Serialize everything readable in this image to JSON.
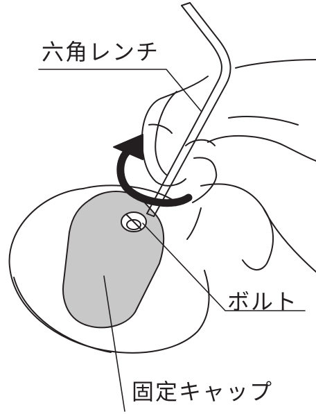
{
  "labels": {
    "hex_wrench": "六角レンチ",
    "bolt": "ボルト",
    "fixing_cap": "固定キャップ"
  },
  "colors": {
    "line": "#231f20",
    "cap_fill": "#c8c8c8",
    "background": "#ffffff"
  }
}
